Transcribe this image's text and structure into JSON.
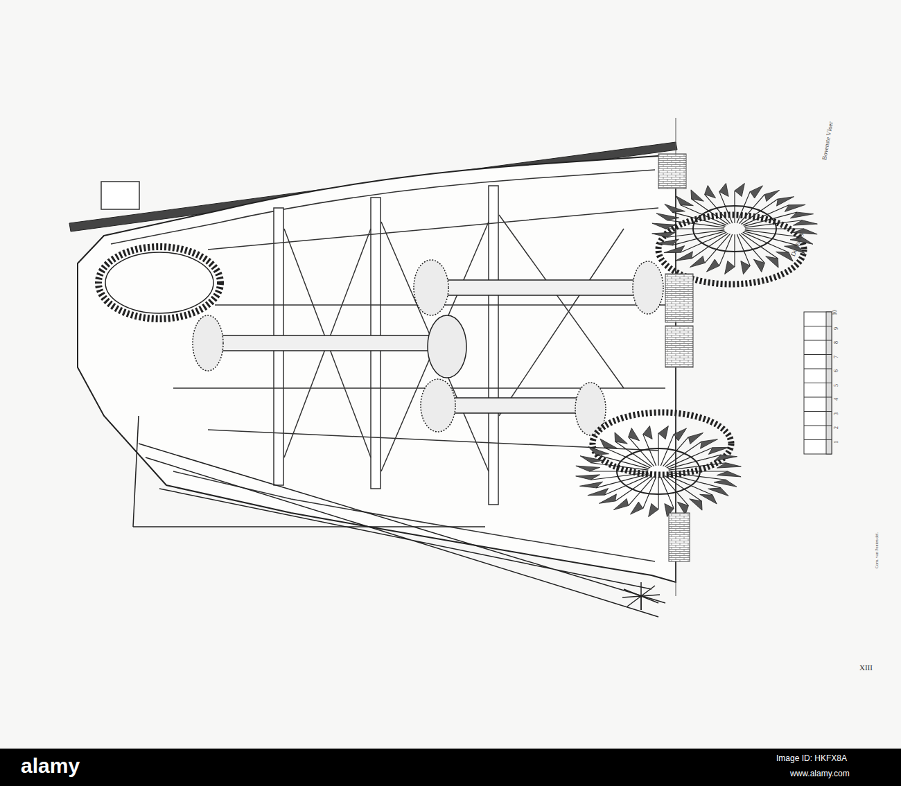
{
  "diagram": {
    "labels": [
      "XIII",
      "Bovenste Vloer",
      "De Quaay",
      "1",
      "2",
      "3",
      "4",
      "5",
      "6",
      "7",
      "8",
      "9",
      "10",
      "Corn. van Ponten del.",
      "alamy",
      "Image ID: HKFX8A",
      "www.alamy.com"
    ]
  }
}
